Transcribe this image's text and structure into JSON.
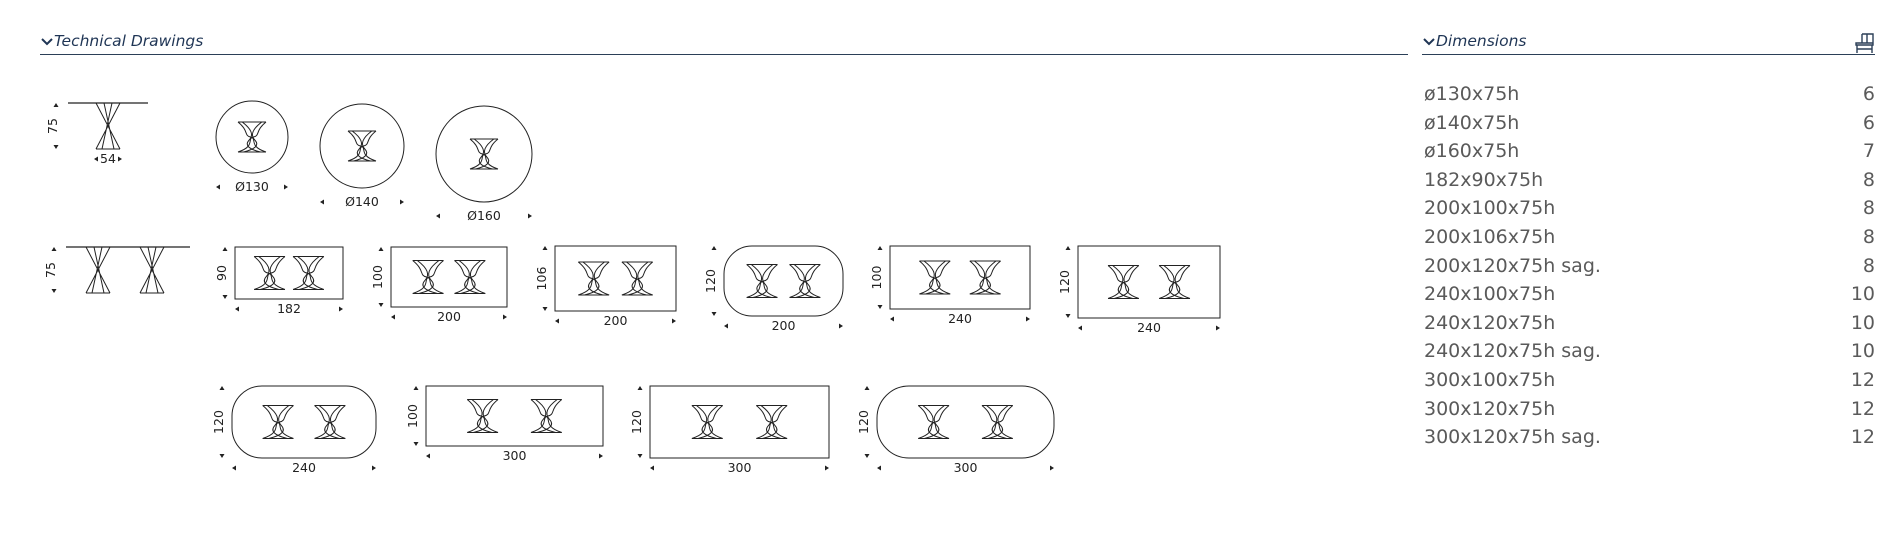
{
  "sections": {
    "technical_drawings": {
      "title": "Technical Drawings",
      "expand_icon": "chevron-down-icon"
    },
    "dimensions": {
      "title": "Dimensions",
      "expand_icon": "chevron-down-icon",
      "seats_icon": "chair-icon"
    }
  },
  "drawings": {
    "side_views": [
      {
        "height_label": "75",
        "width_label": "54"
      },
      {
        "height_label": "75"
      }
    ],
    "round_tops": [
      {
        "diameter_label": "Ø130"
      },
      {
        "diameter_label": "Ø140"
      },
      {
        "diameter_label": "Ø160"
      }
    ],
    "rect_tops_row1": [
      {
        "depth_label": "90",
        "length_label": "182"
      },
      {
        "depth_label": "100",
        "length_label": "200"
      },
      {
        "depth_label": "106",
        "length_label": "200"
      },
      {
        "depth_label": "120",
        "length_label": "200"
      },
      {
        "depth_label": "100",
        "length_label": "240"
      },
      {
        "depth_label": "120",
        "length_label": "240"
      }
    ],
    "rect_tops_row2": [
      {
        "depth_label": "120",
        "length_label": "240"
      },
      {
        "depth_label": "100",
        "length_label": "300"
      },
      {
        "depth_label": "120",
        "length_label": "300"
      },
      {
        "depth_label": "120",
        "length_label": "300"
      }
    ]
  },
  "dimensions_list": [
    {
      "size": "ø130x75h",
      "seats": "6"
    },
    {
      "size": "ø140x75h",
      "seats": "6"
    },
    {
      "size": "ø160x75h",
      "seats": "7"
    },
    {
      "size": "182x90x75h",
      "seats": "8"
    },
    {
      "size": "200x100x75h",
      "seats": "8"
    },
    {
      "size": "200x106x75h",
      "seats": "8"
    },
    {
      "size": "200x120x75h sag.",
      "seats": "8"
    },
    {
      "size": "240x100x75h",
      "seats": "10"
    },
    {
      "size": "240x120x75h",
      "seats": "10"
    },
    {
      "size": "240x120x75h sag.",
      "seats": "10"
    },
    {
      "size": "300x100x75h",
      "seats": "12"
    },
    {
      "size": "300x120x75h",
      "seats": "12"
    },
    {
      "size": "300x120x75h sag.",
      "seats": "12"
    }
  ]
}
